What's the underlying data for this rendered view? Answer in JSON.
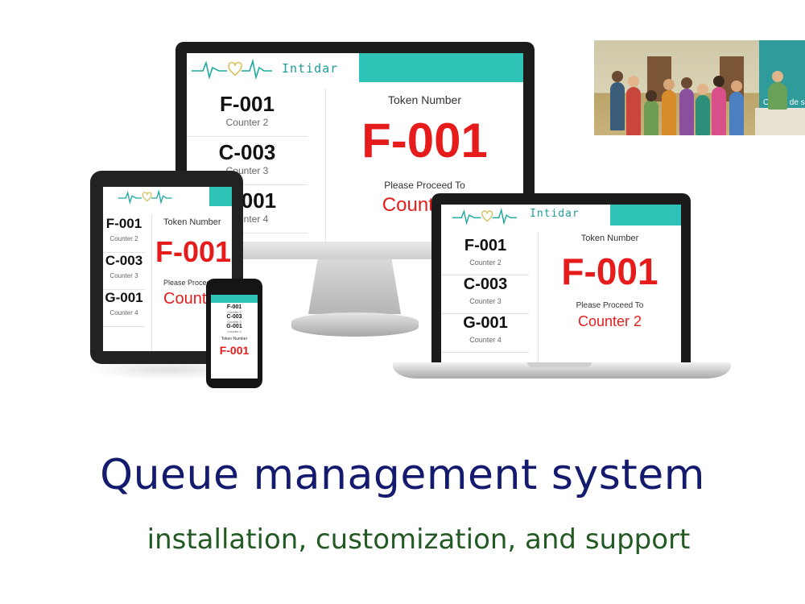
{
  "brand": {
    "name": "Intidar",
    "accent_color": "#2fc3b8",
    "token_color": "#e61c1c"
  },
  "display": {
    "queue": [
      {
        "code": "F-001",
        "counter": "Counter 2"
      },
      {
        "code": "C-003",
        "counter": "Counter 3"
      },
      {
        "code": "G-001",
        "counter": "Counter 4"
      }
    ],
    "token_label": "Token Number",
    "current_token": "F-001",
    "proceed_label": "Please Proceed To",
    "current_counter": "Counter 2"
  },
  "photo": {
    "sign_text": "Centre de sa"
  },
  "headline": "Queue management system",
  "subheadline": "installation, customization, and support"
}
